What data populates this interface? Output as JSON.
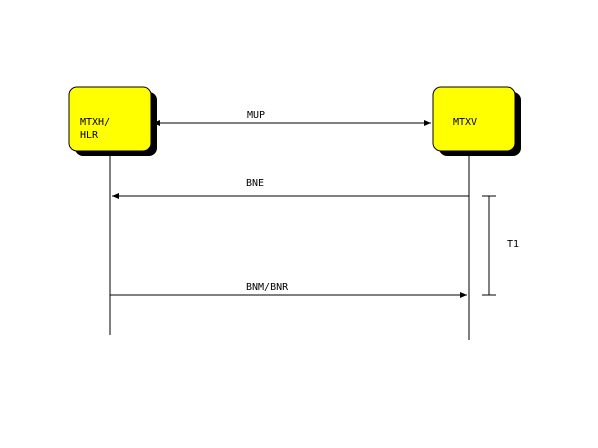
{
  "diagram": {
    "nodes": [
      {
        "id": "hlr",
        "lines": [
          "MTXH/",
          "HLR"
        ]
      },
      {
        "id": "mtxv",
        "lines": [
          "MTXV"
        ]
      }
    ],
    "messages": [
      {
        "label": "MUP",
        "from": "hlr",
        "to": "mtxv",
        "bidirectional": true
      },
      {
        "label": "BNE",
        "from": "mtxv",
        "to": "hlr",
        "bidirectional": false
      },
      {
        "label": "BNM/BNR",
        "from": "hlr",
        "to": "mtxv",
        "bidirectional": false
      }
    ],
    "timer": {
      "label": "T1"
    }
  },
  "colors": {
    "node_fill": "#ffff00",
    "node_shadow": "#000000",
    "line": "#000000",
    "text": "#000000"
  }
}
